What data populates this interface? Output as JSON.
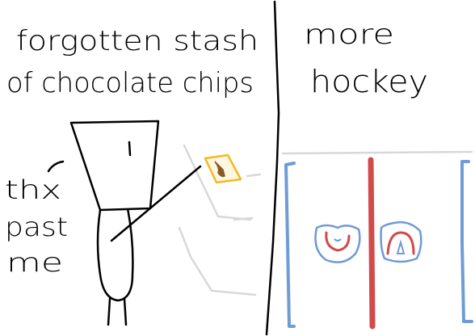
{
  "left_panel": {
    "caption_line1": "forgotten stash",
    "caption_line2": "of chocolate chips",
    "speech_line1": "thx",
    "speech_line2": "past",
    "speech_line3": "me"
  },
  "right_panel": {
    "caption_line1": "more",
    "caption_line2": "hockey"
  },
  "colors": {
    "ink": "#000000",
    "shelf_gray": "#d8d8d8",
    "blue_line": "#6f9bd6",
    "red_line": "#d24a4a",
    "chip_bag": "#f2b825",
    "chip_brown": "#8a5a2b"
  }
}
